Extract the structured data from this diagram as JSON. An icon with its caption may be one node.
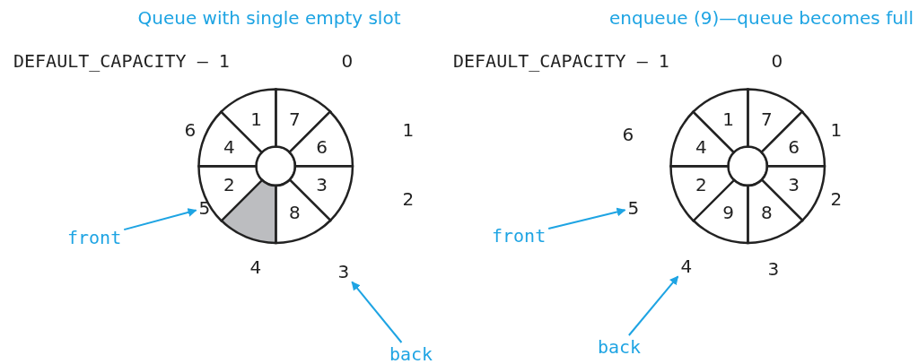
{
  "diagram": {
    "nodes": [
      {
        "text": [
          "7"
        ]
      },
      {
        "text": [
          "6"
        ]
      },
      {
        "text": [
          "3"
        ]
      },
      {
        "text": [
          "8"
        ]
      },
      {
        "text": [],
        "shape": "sector"
      },
      {
        "text": [
          "2"
        ]
      },
      {
        "text": [
          "4"
        ]
      },
      {
        "text": [
          "1"
        ]
      },
      {
        "text": [
          "front"
        ]
      },
      {
        "text": [
          "5"
        ]
      },
      {
        "text": [
          "back"
        ]
      },
      {
        "text": [
          "3"
        ]
      },
      {
        "text": [
          "7"
        ]
      },
      {
        "text": [
          "6"
        ]
      },
      {
        "text": [
          "3"
        ]
      },
      {
        "text": [
          "8"
        ]
      },
      {
        "text": [
          "9"
        ]
      },
      {
        "text": [
          "2"
        ]
      },
      {
        "text": [
          "4"
        ]
      },
      {
        "text": [
          "1"
        ]
      },
      {
        "text": [
          "front"
        ]
      },
      {
        "text": [
          "5"
        ]
      },
      {
        "text": [
          "back"
        ]
      },
      {
        "text": [
          "4"
        ]
      }
    ],
    "edges": [
      {
        "from": 8,
        "to": 9,
        "arrow": "to"
      },
      {
        "from": 10,
        "to": 11,
        "arrow": "to"
      },
      {
        "from": 20,
        "to": 21,
        "arrow": "to"
      },
      {
        "from": 22,
        "to": 23,
        "arrow": "to"
      }
    ],
    "labels": [
      "Queue with single empty slot",
      "enqueue (9)—queue becomes full",
      "DEFAULT_CAPACITY – 1",
      "0",
      "DEFAULT_CAPACITY – 1",
      "0",
      "6",
      "1",
      "6",
      "1",
      "2",
      "2",
      "4",
      "3"
    ]
  }
}
